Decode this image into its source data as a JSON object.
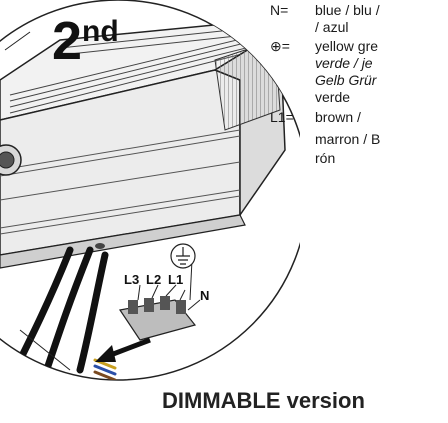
{
  "figure": {
    "step_number": "2",
    "step_suffix": "nd",
    "wire_labels": [
      "L3",
      "L2",
      "L1",
      "N"
    ]
  },
  "legend": [
    {
      "key": "N=",
      "lines": [
        {
          "text": "blue / blu /",
          "italic": false
        },
        {
          "text": "/ azul",
          "italic": false
        }
      ]
    },
    {
      "key": "⊕=",
      "lines": [
        {
          "text": "yellow gre",
          "italic": false
        },
        {
          "text": "verde / je",
          "italic": true
        },
        {
          "text": "Gelb Grür",
          "italic": true
        },
        {
          "text": "verde",
          "italic": false
        }
      ]
    },
    {
      "key": "L1=",
      "lines": [
        {
          "text": "brown /",
          "italic": false
        },
        {
          "text": "marron / B",
          "italic": false
        },
        {
          "text": "rón",
          "italic": false
        }
      ]
    }
  ],
  "footer": "DIMMABLE version"
}
